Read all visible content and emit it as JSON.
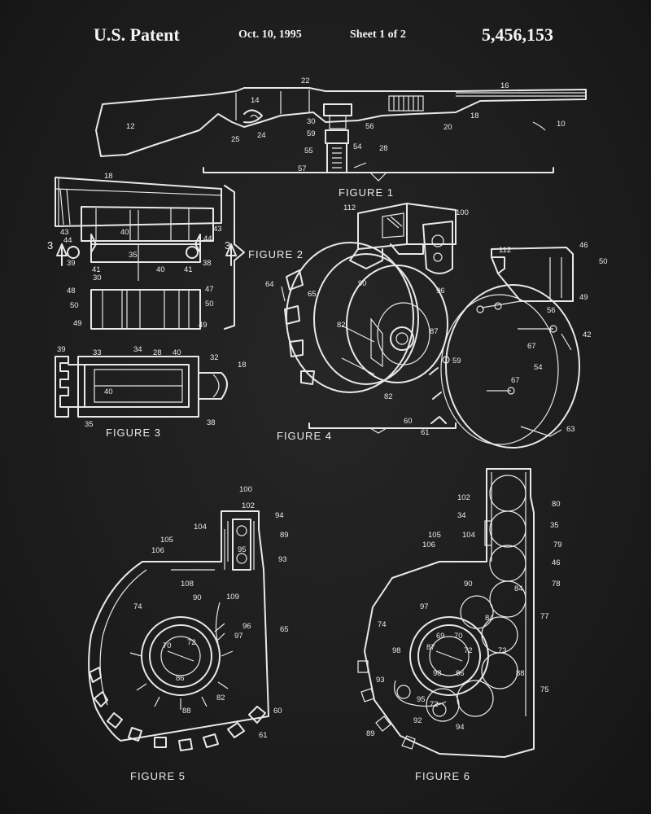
{
  "header": {
    "title": "U.S. Patent",
    "date": "Oct. 10, 1995",
    "sheet": "Sheet 1 of 2",
    "patent_number": "5,456,153"
  },
  "captions": {
    "fig1": "FIGURE  1",
    "fig2": "FIGURE 2",
    "fig3": "FIGURE  3",
    "fig4": "FIGURE  4",
    "fig5": "FIGURE  5",
    "fig6": "FIGURE  6"
  },
  "labels": {
    "fig1": [
      "22",
      "16",
      "14",
      "12",
      "30",
      "56",
      "20",
      "18",
      "25",
      "24",
      "59",
      "10",
      "55",
      "54",
      "28",
      "57"
    ],
    "fig2": [
      "18",
      "43",
      "40",
      "44",
      "3",
      "39",
      "30",
      "41",
      "35",
      "40",
      "41",
      "38",
      "43",
      "44",
      "3",
      "48",
      "50",
      "49",
      "47",
      "50",
      "49"
    ],
    "fig3": [
      "39",
      "33",
      "34",
      "28",
      "40",
      "32",
      "18",
      "40",
      "35",
      "38"
    ],
    "fig4": [
      "112",
      "100",
      "112",
      "46",
      "50",
      "49",
      "64",
      "65",
      "90",
      "96",
      "56",
      "82",
      "87",
      "42",
      "67",
      "59",
      "54",
      "67",
      "60",
      "61",
      "82",
      "63"
    ],
    "fig5": [
      "100",
      "102",
      "94",
      "104",
      "89",
      "105",
      "106",
      "95",
      "93",
      "108",
      "74",
      "90",
      "109",
      "96",
      "65",
      "97",
      "70",
      "72",
      "86",
      "82",
      "88",
      "60",
      "61"
    ],
    "fig6": [
      "80",
      "102",
      "34",
      "35",
      "105",
      "104",
      "106",
      "79",
      "46",
      "90",
      "78",
      "97",
      "84",
      "74",
      "84",
      "77",
      "69",
      "70",
      "87",
      "72",
      "73",
      "98",
      "98",
      "86",
      "88",
      "93",
      "95",
      "72",
      "75",
      "92",
      "94",
      "89"
    ]
  },
  "colors": {
    "background": "#1d1d1d",
    "ink": "#e8e8e8"
  }
}
